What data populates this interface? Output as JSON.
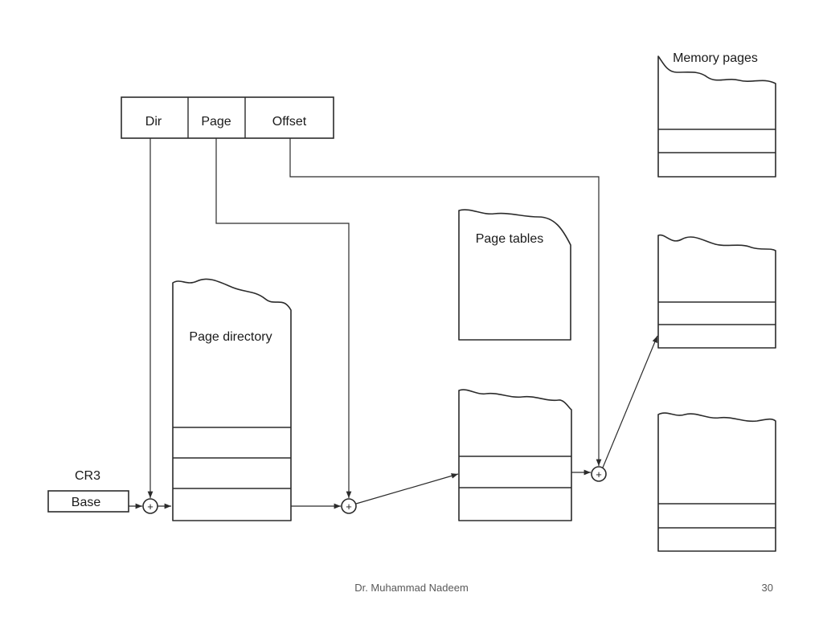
{
  "diagram": {
    "address_fields": [
      "Dir",
      "Page",
      "Offset"
    ],
    "cr3_label": "CR3",
    "base_label": "Base",
    "page_directory_label": "Page directory",
    "page_tables_label": "Page tables",
    "memory_pages_label": "Memory pages",
    "adder_symbol": "+"
  },
  "footer": {
    "author": "Dr. Muhammad Nadeem",
    "page_number": "30"
  },
  "colors": {
    "ink": "#2b2b2b",
    "footer_text": "#595959"
  }
}
